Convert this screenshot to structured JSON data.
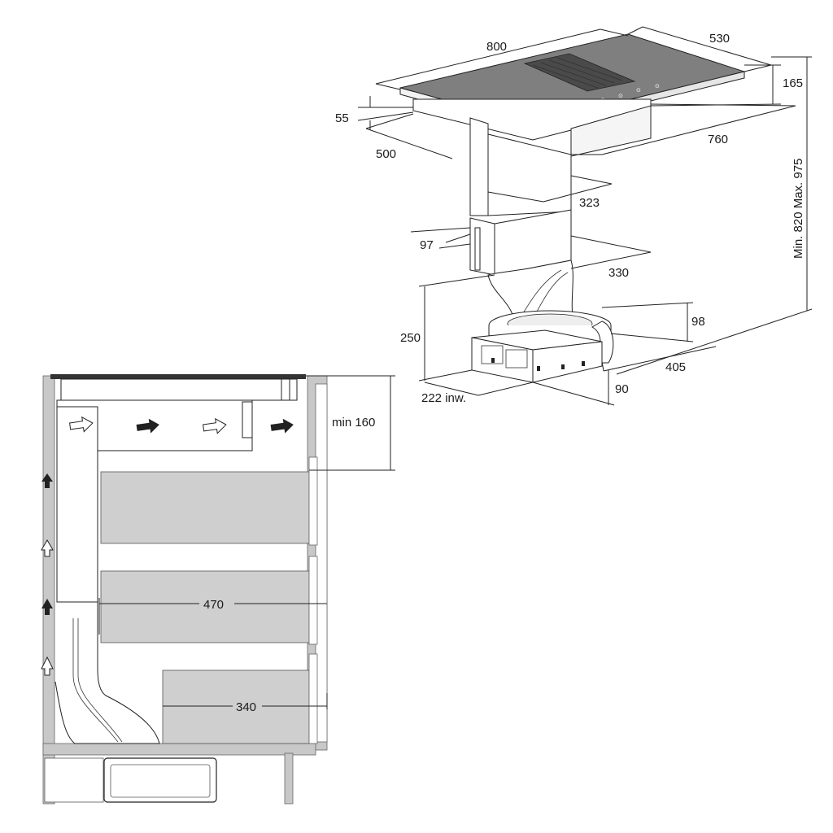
{
  "isometric": {
    "width_800": "800",
    "depth_530": "530",
    "height_165": "165",
    "thickness_55": "55",
    "cutout_500": "500",
    "cutout_760": "760",
    "duct_323": "323",
    "duct_97": "97",
    "duct_330": "330",
    "motor_98": "98",
    "height_250": "250",
    "base_405": "405",
    "base_90": "90",
    "inner_222": "222 inw.",
    "total_height": "Min. 820 Max. 975"
  },
  "section": {
    "min_160": "min 160",
    "width_470": "470",
    "width_340": "340"
  },
  "colors": {
    "cooktop": "#7f7f7f",
    "drawer_fill": "#cfcfcf",
    "wall": "#c8c8c8",
    "line": "#222222"
  },
  "icons": [
    "airflow-arrow-outline-icon",
    "airflow-arrow-solid-icon"
  ]
}
